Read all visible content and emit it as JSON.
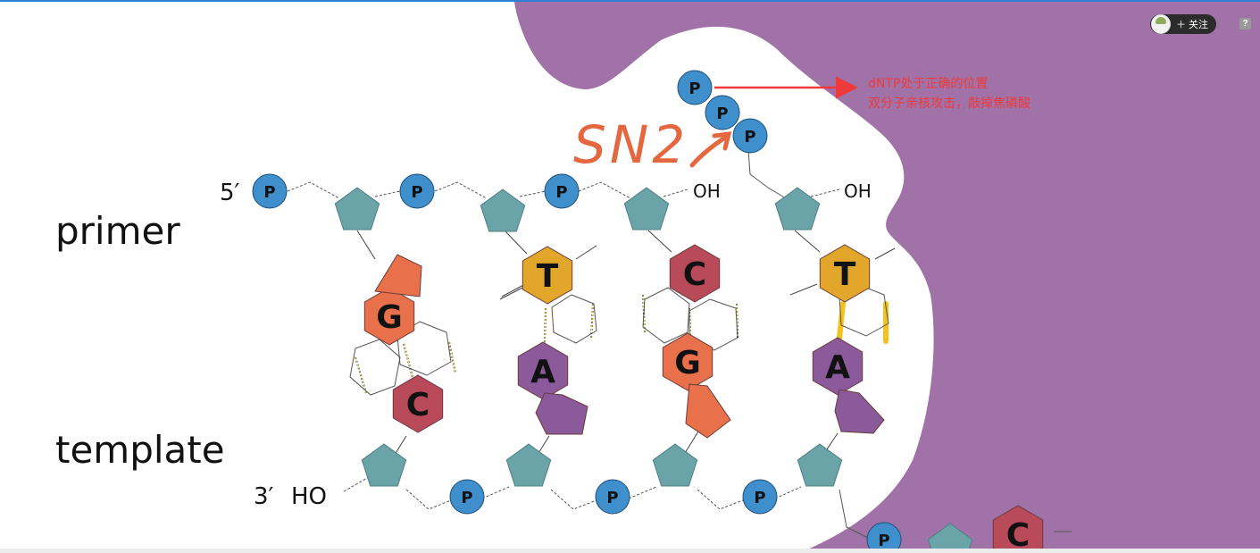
{
  "labels": {
    "primer": "primer",
    "template": "template",
    "five_prime": "5′",
    "three_prime": "3′",
    "ho": "HO",
    "oh": "OH",
    "phosphate": "P",
    "handwritten": "SN2"
  },
  "bases": {
    "primer": [
      "G",
      "T",
      "C",
      "T"
    ],
    "template": [
      "C",
      "A",
      "G",
      "A"
    ],
    "partial": "C"
  },
  "annotation": {
    "line1": "dNTP处于正确的位置",
    "line2": "双分子亲核攻击，敲掉焦磷酸"
  },
  "toolbar": {
    "follow_label": "＋ 关注",
    "help_label": "?"
  },
  "colors": {
    "phosphate": "#3f8fcc",
    "sugar": "#6aa3a8",
    "G": "#e8704a",
    "C": "#b84a5a",
    "T": "#e2a62b",
    "A": "#8a5a9a",
    "enzyme": "#a072a8",
    "annotation": "#ee3a3a",
    "handwriting": "#e4673f",
    "hbond_new": "#f4c21a"
  }
}
